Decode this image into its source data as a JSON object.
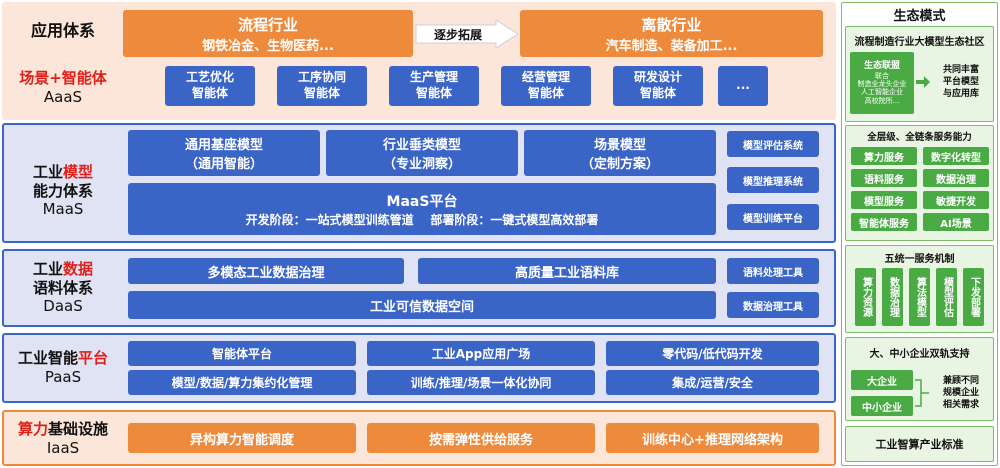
{
  "layers": {
    "app": {
      "label": "应用体系",
      "industry_left": {
        "title": "流程行业",
        "sub": "钢铁冶金、生物医药..."
      },
      "arrow_label": "逐步拓展",
      "industry_right": {
        "title": "离散行业",
        "sub": "汽车制造、装备加工..."
      }
    },
    "aaas": {
      "label_red": "场景+智能体",
      "label_sub": "AaaS",
      "agents": [
        {
          "l1": "工艺优化",
          "l2": "智能体"
        },
        {
          "l1": "工序协同",
          "l2": "智能体"
        },
        {
          "l1": "生产管理",
          "l2": "智能体"
        },
        {
          "l1": "经营管理",
          "l2": "智能体"
        },
        {
          "l1": "研发设计",
          "l2": "智能体"
        },
        {
          "l1": "...",
          "l2": ""
        }
      ]
    },
    "maas": {
      "label_a": "工业",
      "label_red": "模型",
      "label_b": "能力体系",
      "label_sub": "MaaS",
      "models": [
        {
          "l1": "通用基座模型",
          "l2": "（通用智能）"
        },
        {
          "l1": "行业垂类模型",
          "l2": "（专业洞察）"
        },
        {
          "l1": "场景模型",
          "l2": "（定制方案）"
        }
      ],
      "platform": {
        "title": "MaaS平台",
        "sub": "开发阶段：一站式模型训练管道    部署阶段：一键式模型高效部署"
      },
      "tools": [
        "模型评估系统",
        "模型推理系统",
        "模型训练平台"
      ]
    },
    "daas": {
      "label_a": "工业",
      "label_red": "数据",
      "label_b": "语料体系",
      "label_sub": "DaaS",
      "boxes": [
        "多模态工业数据治理",
        "高质量工业语料库",
        "工业可信数据空间"
      ],
      "tools": [
        "语料处理工具",
        "数据治理工具"
      ]
    },
    "paas": {
      "label_a": "工业智能",
      "label_red": "平台",
      "label_sub": "PaaS",
      "boxes": [
        "智能体平台",
        "工业App应用广场",
        "零代码/低代码开发",
        "模型/数据/算力集约化管理",
        "训练/推理/场景一体化协同",
        "集成/运营/安全"
      ]
    },
    "iaas": {
      "label_red": "算力",
      "label_a": "基础设施",
      "label_sub": "IaaS",
      "boxes": [
        "异构算力智能调度",
        "按需弹性供给服务",
        "训练中心+推理网络架构"
      ]
    }
  },
  "eco": {
    "title": "生态模式",
    "community": {
      "title": "流程制造行业大模型生态社区",
      "alliance": {
        "l1": "生态联盟",
        "l2": "联合",
        "l3": "制造业龙头企业",
        "l4": "人工智能企业",
        "l5": "高校院所..."
      },
      "result": {
        "l1": "共同丰富",
        "l2": "平台模型",
        "l3": "与应用库"
      }
    },
    "services": {
      "title": "全层级、全链条服务能力",
      "items": [
        "算力服务",
        "数字化转型",
        "语料服务",
        "数据治理",
        "模型服务",
        "敏捷开发",
        "智能体服务",
        "AI场景"
      ]
    },
    "five": {
      "title": "五统一服务机制",
      "items": [
        "算力资源",
        "数据治理",
        "算法模型",
        "模型评估",
        "下发部署"
      ]
    },
    "dual": {
      "title": "大、中小企业双轨支持",
      "big": "大企业",
      "small": "中小企业",
      "note": {
        "l1": "兼顾不同",
        "l2": "规模企业",
        "l3": "相关需求"
      }
    },
    "standard": "工业智算产业标准"
  }
}
